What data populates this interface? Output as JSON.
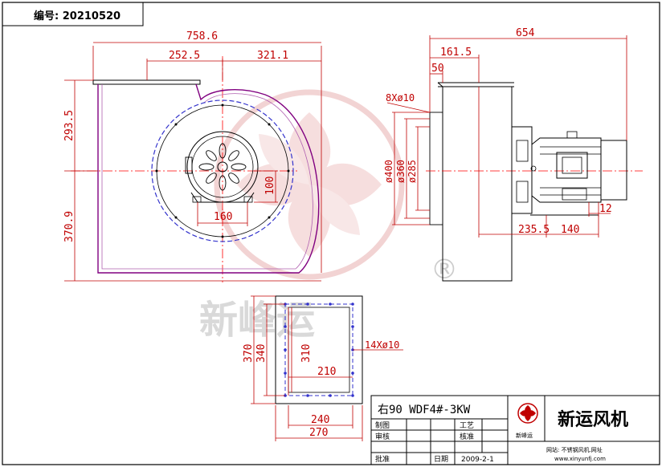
{
  "header": {
    "drawing_number": "编号: 20210520"
  },
  "dimensions": {
    "overall_width": "758.6",
    "inlet_left": "252.5",
    "inlet_right": "321.1",
    "height_upper": "293.5",
    "height_lower": "370.9",
    "base_width": "160",
    "base_height": "100",
    "side_total": "654",
    "side_flange": "161.5",
    "side_thickness": "50",
    "bolt_holes": "8Xø10",
    "dia_400": "ø400",
    "dia_360": "ø360",
    "dia_285": "ø285",
    "motor_offset": "235.5",
    "motor_base": "140",
    "motor_foot": "12",
    "outlet_370": "370",
    "outlet_340": "340",
    "outlet_310": "310",
    "outlet_210": "210",
    "outlet_240": "240",
    "outlet_270": "270",
    "outlet_holes": "14Xø10"
  },
  "watermark": {
    "text": "新峰运",
    "registered": "®"
  },
  "title_block": {
    "model": "右90 WDF4#-3KW",
    "made_by": "制图",
    "checked_by": "审核",
    "approved_by": "批准",
    "craft": "工艺",
    "verify": "核准",
    "date_label": "日期",
    "date": "2009-2-1",
    "logo_text": "新峰运",
    "company": "新运风机",
    "site_label": "网站: 不锈钢风机.网址",
    "url": "www.xinyunfj.com"
  },
  "colors": {
    "dimension": "#c00000",
    "centerline": "#ff0000",
    "impeller": "#3333cc",
    "casing": "#800080",
    "watermark": "#e8b0b0"
  }
}
